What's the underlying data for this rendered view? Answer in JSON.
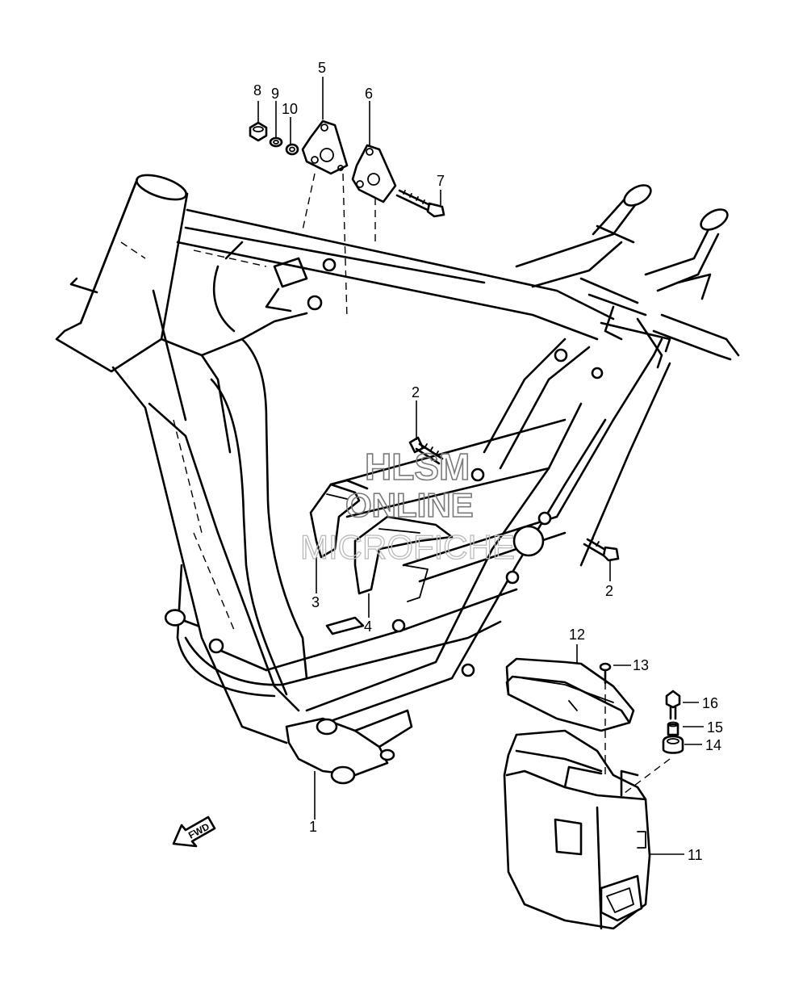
{
  "diagram": {
    "callouts": [
      {
        "id": "1",
        "label": "1"
      },
      {
        "id": "2a",
        "label": "2"
      },
      {
        "id": "2b",
        "label": "2"
      },
      {
        "id": "3",
        "label": "3"
      },
      {
        "id": "4",
        "label": "4"
      },
      {
        "id": "5",
        "label": "5"
      },
      {
        "id": "6",
        "label": "6"
      },
      {
        "id": "7",
        "label": "7"
      },
      {
        "id": "8",
        "label": "8"
      },
      {
        "id": "9",
        "label": "9"
      },
      {
        "id": "10",
        "label": "10"
      },
      {
        "id": "11",
        "label": "11"
      },
      {
        "id": "12",
        "label": "12"
      },
      {
        "id": "13",
        "label": "13"
      },
      {
        "id": "14",
        "label": "14"
      },
      {
        "id": "15",
        "label": "15"
      },
      {
        "id": "16",
        "label": "16"
      }
    ],
    "fwd_label": "FWD"
  },
  "watermark": {
    "line1": "HLSM",
    "line2": "ONLINE",
    "line3": "MICROFICHE"
  }
}
